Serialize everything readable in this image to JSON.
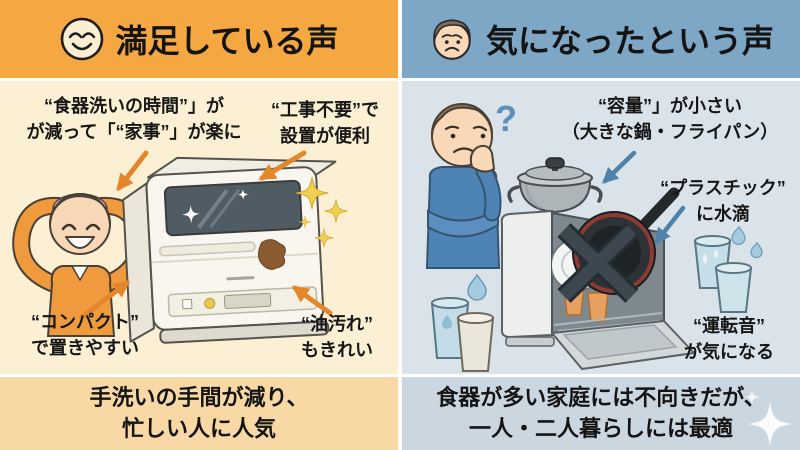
{
  "palette": {
    "left_header_bg": "#F5A742",
    "left_body_bg": "#FBF0D3",
    "left_banner_bg": "#F8D9A6",
    "left_arrow": "#E4862C",
    "right_header_bg": "#7EA6C5",
    "right_body_bg": "#DAE3EA",
    "right_banner_bg": "#CBD7E0",
    "right_arrow": "#4E82A8",
    "sparkle_yellow": "#F2CE4E"
  },
  "icons": {
    "left_header": "smiley-face-icon",
    "right_header": "worried-face-icon"
  },
  "left": {
    "title": "満足している声",
    "callouts": [
      {
        "id": "dishwashing-time",
        "text": "“食器洗いの時間”」が\nが減って「“家事”」が楽に"
      },
      {
        "id": "no-construction",
        "text": "“工事不要”で\n設置が便利"
      },
      {
        "id": "compact",
        "text": "“コンパクト”\nで置きやすい"
      },
      {
        "id": "oil-stains",
        "text": "“油汚れ”\nもきれい"
      }
    ],
    "banner": "手洗いの手間が減り、\n忙しい人に人気"
  },
  "right": {
    "title": "気になったという声",
    "question_mark": "?",
    "callouts": [
      {
        "id": "capacity",
        "text": "“容量”」が小さい\n（大きな鍋・フライパン）"
      },
      {
        "id": "plastic",
        "text": "“プラスチック”\nに水滴"
      },
      {
        "id": "noise",
        "text": "“運転音”\nが気になる"
      }
    ],
    "banner": "食器が多い家庭には不向きだが、\n一人・二人暮らしには最適"
  }
}
